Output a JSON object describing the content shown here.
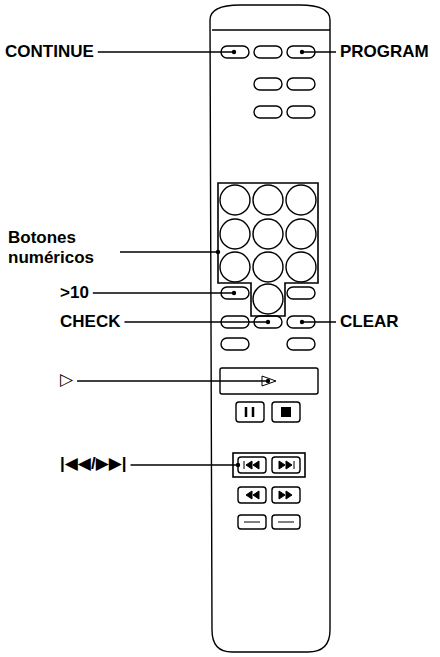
{
  "diagram": {
    "labels": [
      "CONTINUE",
      "PROGRAM",
      "Botones numéricos",
      ">10",
      "CHECK",
      "CLEAR",
      "▷",
      "|◀◀/▶▶|"
    ]
  }
}
